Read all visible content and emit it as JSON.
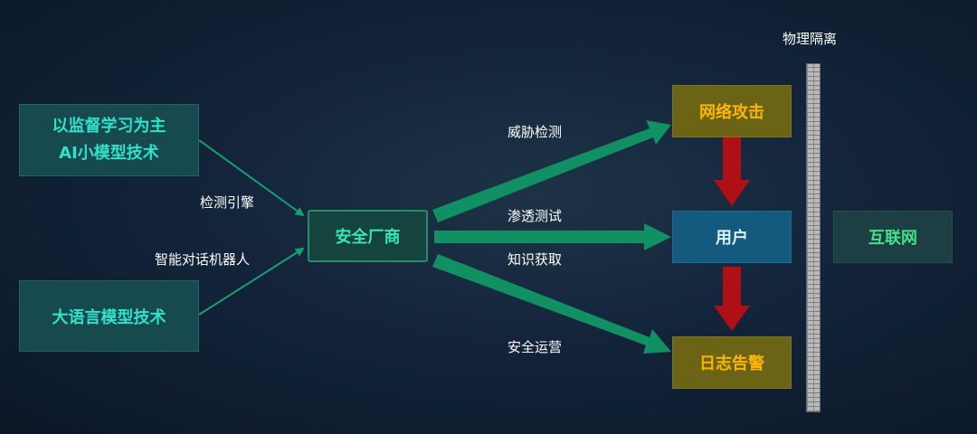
{
  "boxes": {
    "supervised_line1": "以监督学习为主",
    "supervised_line2": "AI小模型技术",
    "llm": "大语言模型技术",
    "vendor": "安全厂商",
    "attack": "网络攻击",
    "user": "用户",
    "alert": "日志告警",
    "internet": "互联网"
  },
  "labels": {
    "detection_engine": "检测引擎",
    "chatbot": "智能对话机器人",
    "threat_detection": "威胁检测",
    "pentest": "渗透测试",
    "knowledge": "知识获取",
    "secops": "安全运营",
    "physical_isolation": "物理隔离"
  },
  "colors": {
    "flow_green": "#109063",
    "down_arrow_red": "#b00f15",
    "line_green": "#16a070"
  }
}
